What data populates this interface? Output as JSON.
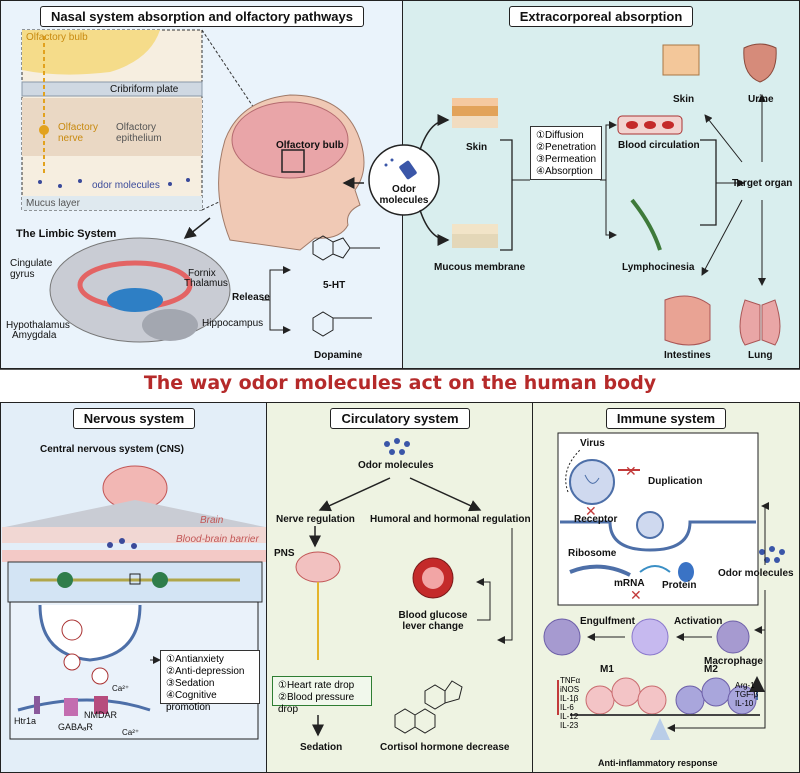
{
  "nasal": {
    "title": "Nasal system absorption and olfactory pathways",
    "olfactory_bulb": "Olfactory bulb",
    "cribriform_plate": "Cribriform plate",
    "olfactory_nerve": "Olfactory nerve",
    "olfactory_epithelium": "Olfactory epithelium",
    "odor_molecules": "odor  molecules",
    "mucus_layer": "Mucus layer",
    "olfactory_bulb_brain": "Olfactory bulb",
    "limbic_system": "The Limbic System",
    "cingulate_gyrus": "Cingulate gyrus",
    "fornix": "Fornix",
    "thalamus": "Thalamus",
    "hypothalamus": "Hypothalamus",
    "amygdala": "Amygdala",
    "hippocampus": "Hippocampus",
    "release": "Release",
    "serotonin": "5-HT",
    "dopamine": "Dopamine"
  },
  "center": {
    "odor_molecules": "Odor molecules"
  },
  "extra": {
    "title": "Extracorporeal absorption",
    "skin": "Skin",
    "mucous_membrane": "Mucous membrane",
    "steps": [
      "①Diffusion",
      "②Penetration",
      "③Permeation",
      "④Absorption"
    ],
    "blood_circulation": "Blood  circulation",
    "lymphocinesia": "Lymphocinesia",
    "target_organ": "Target organ",
    "skin_organ": "Skin",
    "urine": "Urine",
    "intestines": "Intestines",
    "lung": "Lung"
  },
  "banner": {
    "title": "The way odor molecules act on the human body"
  },
  "nervous": {
    "title": "Nervous system",
    "cns": "Central nervous system (CNS)",
    "brain": "Brain",
    "bbb": "Blood-brain barrier",
    "effects": [
      "①Antianxiety",
      "②Anti-depression",
      "③Sedation",
      "④Cognitive promotion"
    ],
    "ca_top": "Ca²⁺",
    "ca_bottom": "Ca²⁺",
    "htr1a": "Htr1a",
    "nmdar": "NMDAR",
    "gabaar": "GABAₐR"
  },
  "circ": {
    "title": "Circulatory system",
    "odor_molecules": "Odor molecules",
    "nerve_regulation": "Nerve regulation",
    "humoral": "Humoral and hormonal regulation",
    "pns": "PNS",
    "blood_glucose": "Blood glucose lever change",
    "effects": [
      "①Heart rate drop",
      "②Blood pressure drop"
    ],
    "sedation": "Sedation",
    "cortisol": "Cortisol hormone decrease"
  },
  "immune": {
    "title": "Immune system",
    "virus": "Virus",
    "duplication": "Duplication",
    "receptor": "Receptor",
    "ribosome": "Ribosome",
    "mrna": "mRNA",
    "protein": "Protein",
    "odor_molecules": "Odor molecules",
    "engulfment": "Engulfment",
    "activation": "Activation",
    "macrophage": "Macrophage",
    "m1": "M1",
    "m2": "M2",
    "m1_markers": [
      "TNFα",
      "iNOS",
      "IL-1β",
      "IL-6",
      "IL-12",
      "IL-23"
    ],
    "m2_markers": [
      "Arg-1",
      "TGF-β",
      "IL-10"
    ],
    "anti_inflammatory": "Anti-inflammatory response"
  },
  "colors": {
    "top_left_bg": "#eaf3fb",
    "top_right_bg": "#d9eeee",
    "bottom_left_bg": "#e3eef8",
    "bottom_mid_bg": "#eef3e2",
    "bottom_right_bg": "#eef3e2",
    "banner_red": "#b52a2a"
  }
}
